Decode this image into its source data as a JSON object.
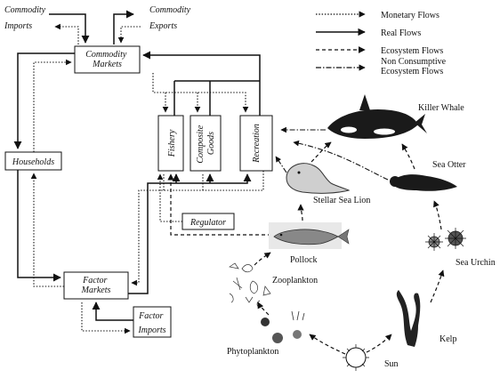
{
  "economy": {
    "commodity_imports": "Commodity\nImports",
    "commodity_exports": "Commodity\nExports",
    "commodity_markets": "Commodity\nMarkets",
    "households": "Households",
    "factor_markets": "Factor\nMarkets",
    "factor_imports": "Factor\nImports",
    "regulator": "Regulator",
    "sectors": [
      "Fishery",
      "Composite\nGoods",
      "Recreation"
    ]
  },
  "legend": [
    {
      "style": "monetary",
      "label": "Monetary Flows"
    },
    {
      "style": "real",
      "label": "Real Flows"
    },
    {
      "style": "ecosystem",
      "label": "Ecosystem Flows"
    },
    {
      "style": "nonconsumptive",
      "label": "Non Consumptive\nEcosystem Flows"
    }
  ],
  "ecosystem": {
    "killer_whale": "Killer Whale",
    "sea_otter": "Sea Otter",
    "stellar_sea_lion": "Stellar Sea Lion",
    "sea_urchin": "Sea Urchin",
    "pollock": "Pollock",
    "zooplankton": "Zooplankton",
    "kelp": "Kelp",
    "phytoplankton": "Phytoplankton",
    "sun": "Sun"
  },
  "colors": {
    "ink": "#111111",
    "background": "#ffffff"
  }
}
